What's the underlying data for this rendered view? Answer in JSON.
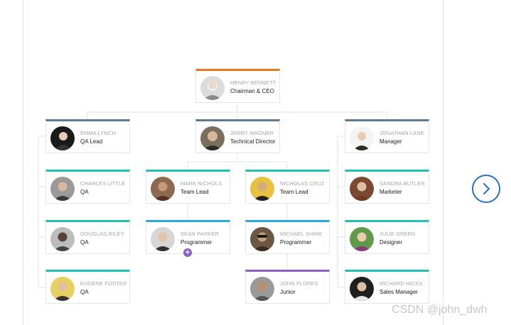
{
  "org_chart": {
    "ceo": {
      "name": "HENRY BENNETT",
      "role": "Chairman & CEO",
      "accent": "#e8761c"
    },
    "heads": [
      {
        "name": "EMMA LYNCH",
        "role": "QA Lead",
        "accent": "#5f7a8f"
      },
      {
        "name": "JERRY WAGNER",
        "role": "Technical Director",
        "accent": "#5f7a8f"
      },
      {
        "name": "JONATHAN LANE",
        "role": "Manager",
        "accent": "#5f7a8f"
      }
    ],
    "qa_team": [
      {
        "name": "CHARLES LITTLE",
        "role": "QA",
        "accent": "#1fc1b0"
      },
      {
        "name": "DOUGLAS RILEY",
        "role": "QA",
        "accent": "#1fc1b0"
      },
      {
        "name": "EUGENE FOSTER",
        "role": "QA",
        "accent": "#1fc1b0"
      }
    ],
    "tech_leads": [
      {
        "name": "MARK NICHOLS",
        "role": "Team Lead",
        "accent": "#1fc1b0"
      },
      {
        "name": "NICHOLAS CRUZ",
        "role": "Team Lead",
        "accent": "#1fc1b0"
      }
    ],
    "programmers": [
      {
        "name": "SEAN PARKER",
        "role": "Programmer",
        "accent": "#29a8e0"
      },
      {
        "name": "MICHAEL SHAW",
        "role": "Programmer",
        "accent": "#29a8e0"
      }
    ],
    "juniors": [
      {
        "name": "JOHN FLORES",
        "role": "Junior",
        "accent": "#8e5fc6"
      }
    ],
    "management_team": [
      {
        "name": "SANDRA BUTLER",
        "role": "Marketer",
        "accent": "#1fc1b0"
      },
      {
        "name": "JULIE GREEN",
        "role": "Designer",
        "accent": "#1fc1b0"
      },
      {
        "name": "RICHARD HICKS",
        "role": "Sales Manager",
        "accent": "#1fc1b0"
      }
    ],
    "expand_icon": "plus-icon",
    "expand_color": "#8e5fc6"
  },
  "navigation": {
    "next_icon": "chevron-right-icon",
    "next_color": "#2a6fc3"
  },
  "watermark": "CSDN @john_dwh"
}
